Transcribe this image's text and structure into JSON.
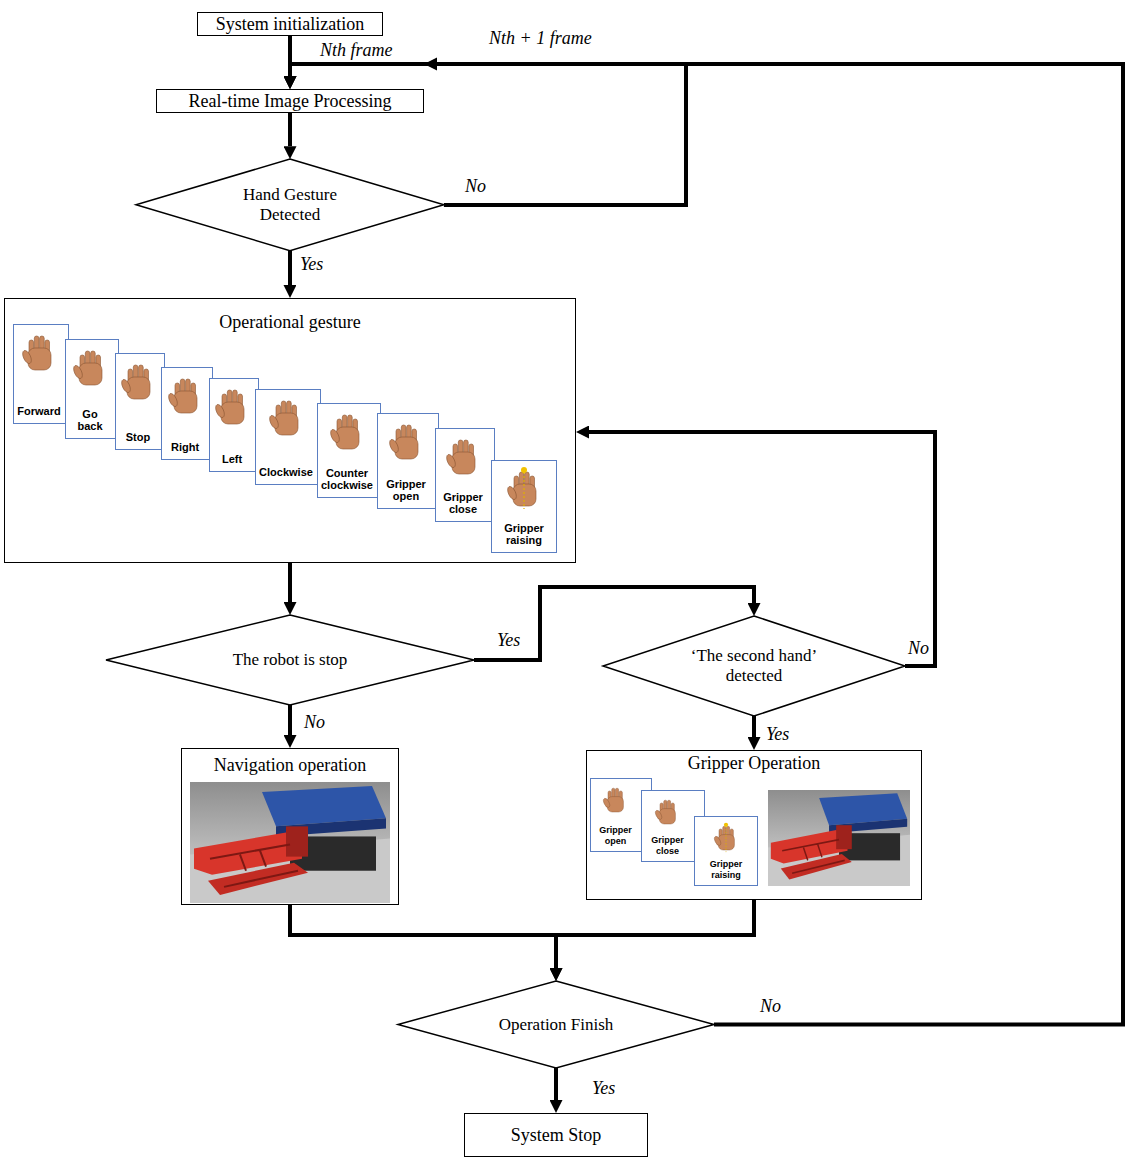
{
  "diagram": {
    "nodes": [
      {
        "text": [
          "System initialization"
        ]
      },
      {
        "text": [
          "Real-time Image Processing"
        ]
      },
      {
        "text": [
          "Hand Gesture Detected"
        ]
      },
      {
        "text": [
          "Operational gesture"
        ]
      },
      {
        "text": [
          "Forward"
        ],
        "in": 3
      },
      {
        "text": [
          "Go back"
        ],
        "in": 3
      },
      {
        "text": [
          "Stop"
        ],
        "in": 3
      },
      {
        "text": [
          "Right"
        ],
        "in": 3
      },
      {
        "text": [
          "Left"
        ],
        "in": 3
      },
      {
        "text": [
          "Clockwise"
        ],
        "in": 3
      },
      {
        "text": [
          "Counter clockwise"
        ],
        "in": 3
      },
      {
        "text": [
          "Gripper open"
        ],
        "in": 3
      },
      {
        "text": [
          "Gripper close"
        ],
        "in": 3
      },
      {
        "text": [
          "Gripper raising"
        ],
        "in": 3
      },
      {
        "text": [
          "The robot is stop"
        ]
      },
      {
        "text": [
          "‘The second hand’ detected"
        ]
      },
      {
        "text": [
          "Navigation operation"
        ]
      },
      {
        "text": [
          "Gripper Operation"
        ]
      },
      {
        "text": [
          "Gripper open"
        ],
        "in": 17
      },
      {
        "text": [
          "Gripper close"
        ],
        "in": 17
      },
      {
        "text": [
          "Gripper raising"
        ],
        "in": 17
      },
      {
        "text": [
          "Operation Finish"
        ]
      },
      {
        "text": [
          "System Stop"
        ]
      }
    ],
    "edges": [
      {
        "from": 0,
        "to": 1,
        "arrow": "to"
      },
      {
        "from": 2,
        "to": 1,
        "label": "No",
        "arrow": "to"
      },
      {
        "from": 1,
        "to": 2,
        "arrow": "to"
      },
      {
        "from": 2,
        "to": 3,
        "label": "Yes",
        "arrow": "to"
      },
      {
        "from": 3,
        "to": 14,
        "arrow": "to"
      },
      {
        "from": 14,
        "to": 15,
        "label": "Yes",
        "arrow": "to"
      },
      {
        "from": 15,
        "to": 3,
        "label": "No",
        "arrow": "to"
      },
      {
        "from": 14,
        "to": 16,
        "label": "No",
        "arrow": "to"
      },
      {
        "from": 15,
        "to": 17,
        "label": "Yes",
        "arrow": "to"
      },
      {
        "from": 16,
        "to": 21,
        "arrow": "to"
      },
      {
        "from": 17,
        "to": 21,
        "arrow": "to"
      },
      {
        "from": 21,
        "to": 22,
        "label": "Yes",
        "arrow": "to"
      },
      {
        "from": 21,
        "to": 1,
        "label": "No",
        "arrow": "to"
      }
    ],
    "labels": [
      "Nth + 1 frame",
      "Nth frame"
    ]
  }
}
